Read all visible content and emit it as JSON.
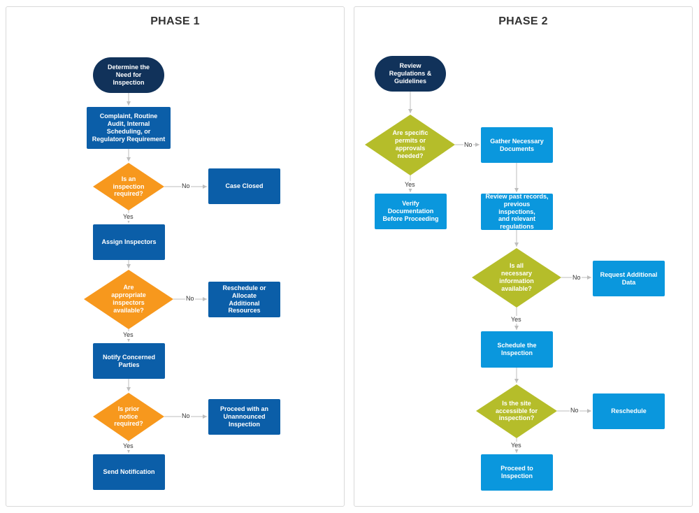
{
  "phase1": {
    "title": "PHASE 1",
    "nodes": {
      "start": "Determine the\nNeed for\nInspection",
      "trigger": "Complaint, Routine\nAudit, Internal\nScheduling, or\nRegulatory Requirement",
      "q_inspection": "Is an\ninspection\nrequired?",
      "case_closed": "Case Closed",
      "assign": "Assign Inspectors",
      "q_inspectors": "Are\nappropriate\ninspectors\navailable?",
      "reschedule": "Reschedule or Allocate\nAdditional Resources",
      "notify": "Notify Concerned\nParties",
      "q_notice": "Is prior\nnotice\nrequired?",
      "unannounced": "Proceed with an\nUnannounced\nInspection",
      "send": "Send Notification"
    }
  },
  "phase2": {
    "title": "PHASE 2",
    "nodes": {
      "start": "Review\nRegulations &\nGuidelines",
      "q_permits": "Are specific\npermits or\napprovals\nneeded?",
      "gather": "Gather Necessary\nDocuments",
      "verify": "Verify Documentation\nBefore Proceeding",
      "review_records": "Review past records,\nprevious inspections,\nand relevant\nregulations",
      "q_info": "Is all\nnecessary\ninformation\navailable?",
      "request": "Request Additional\nData",
      "schedule": "Schedule the\nInspection",
      "q_access": "Is the site\naccessible for\ninspection?",
      "reschedule": "Reschedule",
      "proceed": "Proceed to Inspection"
    }
  },
  "labels": {
    "yes": "Yes",
    "no": "No"
  },
  "colors": {
    "terminal": "#11325a",
    "process_phase1": "#0b5ea8",
    "process_phase2": "#0a97dd",
    "decision_phase1": "#f7981d",
    "decision_phase2": "#b5bd2a",
    "connector": "#bdbdbd"
  }
}
